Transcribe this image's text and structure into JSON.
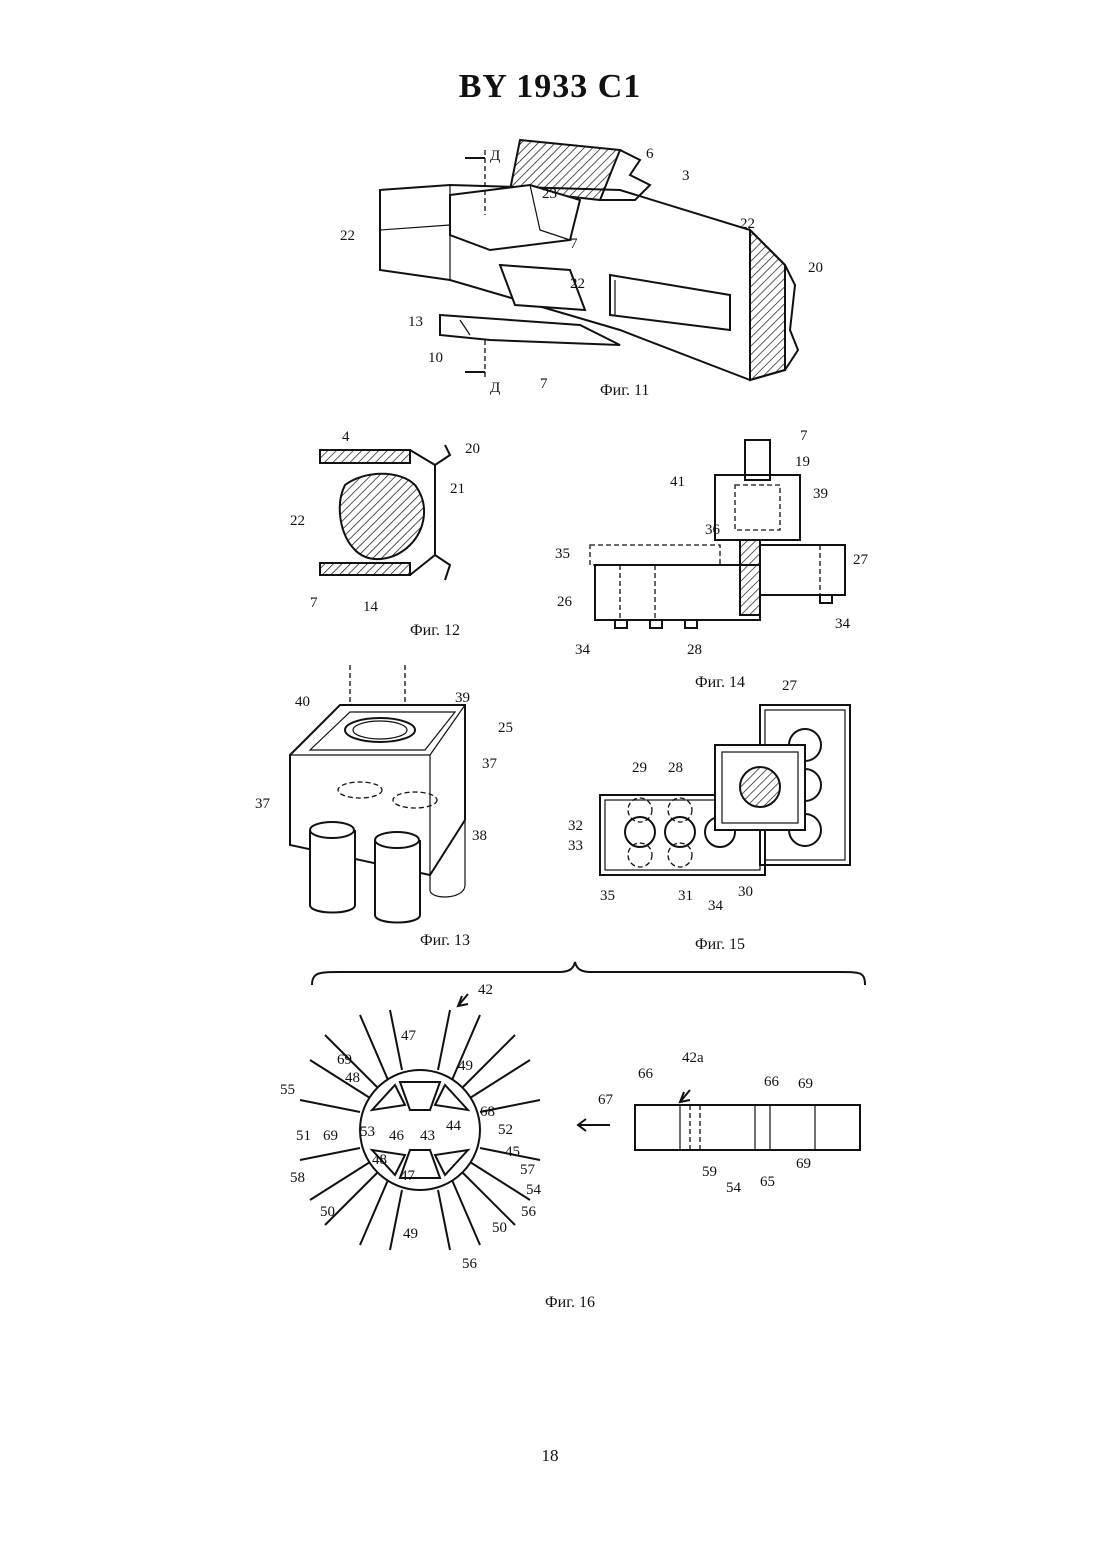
{
  "header": {
    "doc_number": "BY 1933 C1"
  },
  "page_number": "18",
  "figures": {
    "fig11": {
      "caption": "Фиг. 11",
      "labels": [
        "Д",
        "6",
        "3",
        "23",
        "22",
        "7",
        "22",
        "22",
        "20",
        "13",
        "10",
        "Д",
        "7"
      ]
    },
    "fig12": {
      "caption": "Фиг. 12",
      "labels": [
        "4",
        "20",
        "21",
        "22",
        "7",
        "14"
      ]
    },
    "fig13": {
      "caption": "Фиг. 13",
      "labels": [
        "40",
        "39",
        "25",
        "37",
        "37",
        "38"
      ]
    },
    "fig14": {
      "caption": "Фиг. 14",
      "labels": [
        "7",
        "41",
        "19",
        "39",
        "36",
        "35",
        "27",
        "26",
        "34",
        "28",
        "34"
      ]
    },
    "fig15": {
      "caption": "Фиг. 15",
      "labels": [
        "27",
        "29",
        "28",
        "32",
        "33",
        "35",
        "31",
        "34",
        "30"
      ]
    },
    "fig16": {
      "caption": "Фиг. 16",
      "labels": [
        "42",
        "47",
        "69",
        "48",
        "49",
        "55",
        "68",
        "51",
        "69",
        "53",
        "46",
        "43",
        "44",
        "52",
        "45",
        "48",
        "47",
        "57",
        "58",
        "54",
        "50",
        "56",
        "49",
        "50",
        "56",
        "42a",
        "66",
        "66",
        "69",
        "67",
        "59",
        "54",
        "65",
        "69"
      ]
    }
  }
}
